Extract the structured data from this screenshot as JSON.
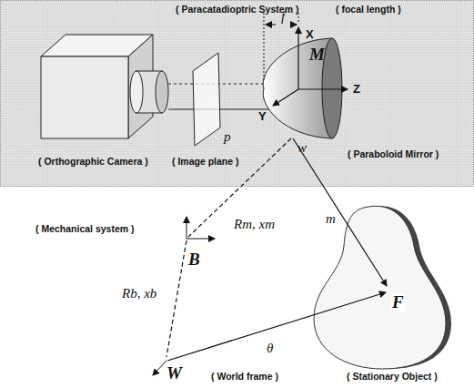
{
  "diagram": {
    "nodes": [
      {
        "text": [
          "( Paracatadioptric System )"
        ]
      }
    ],
    "labels": [
      "( focal length )",
      "f",
      "X",
      "Z",
      "Y",
      "M",
      "( Orthographic Camera )",
      "( Image plane )",
      "p",
      "w",
      "( Paraboloid Mirror )",
      "( Mechanical system )",
      "B",
      "Rm, xm",
      "Rb, xb",
      "m",
      "θ",
      "W",
      "( World frame )",
      "F",
      "( Stationary Object )"
    ]
  }
}
